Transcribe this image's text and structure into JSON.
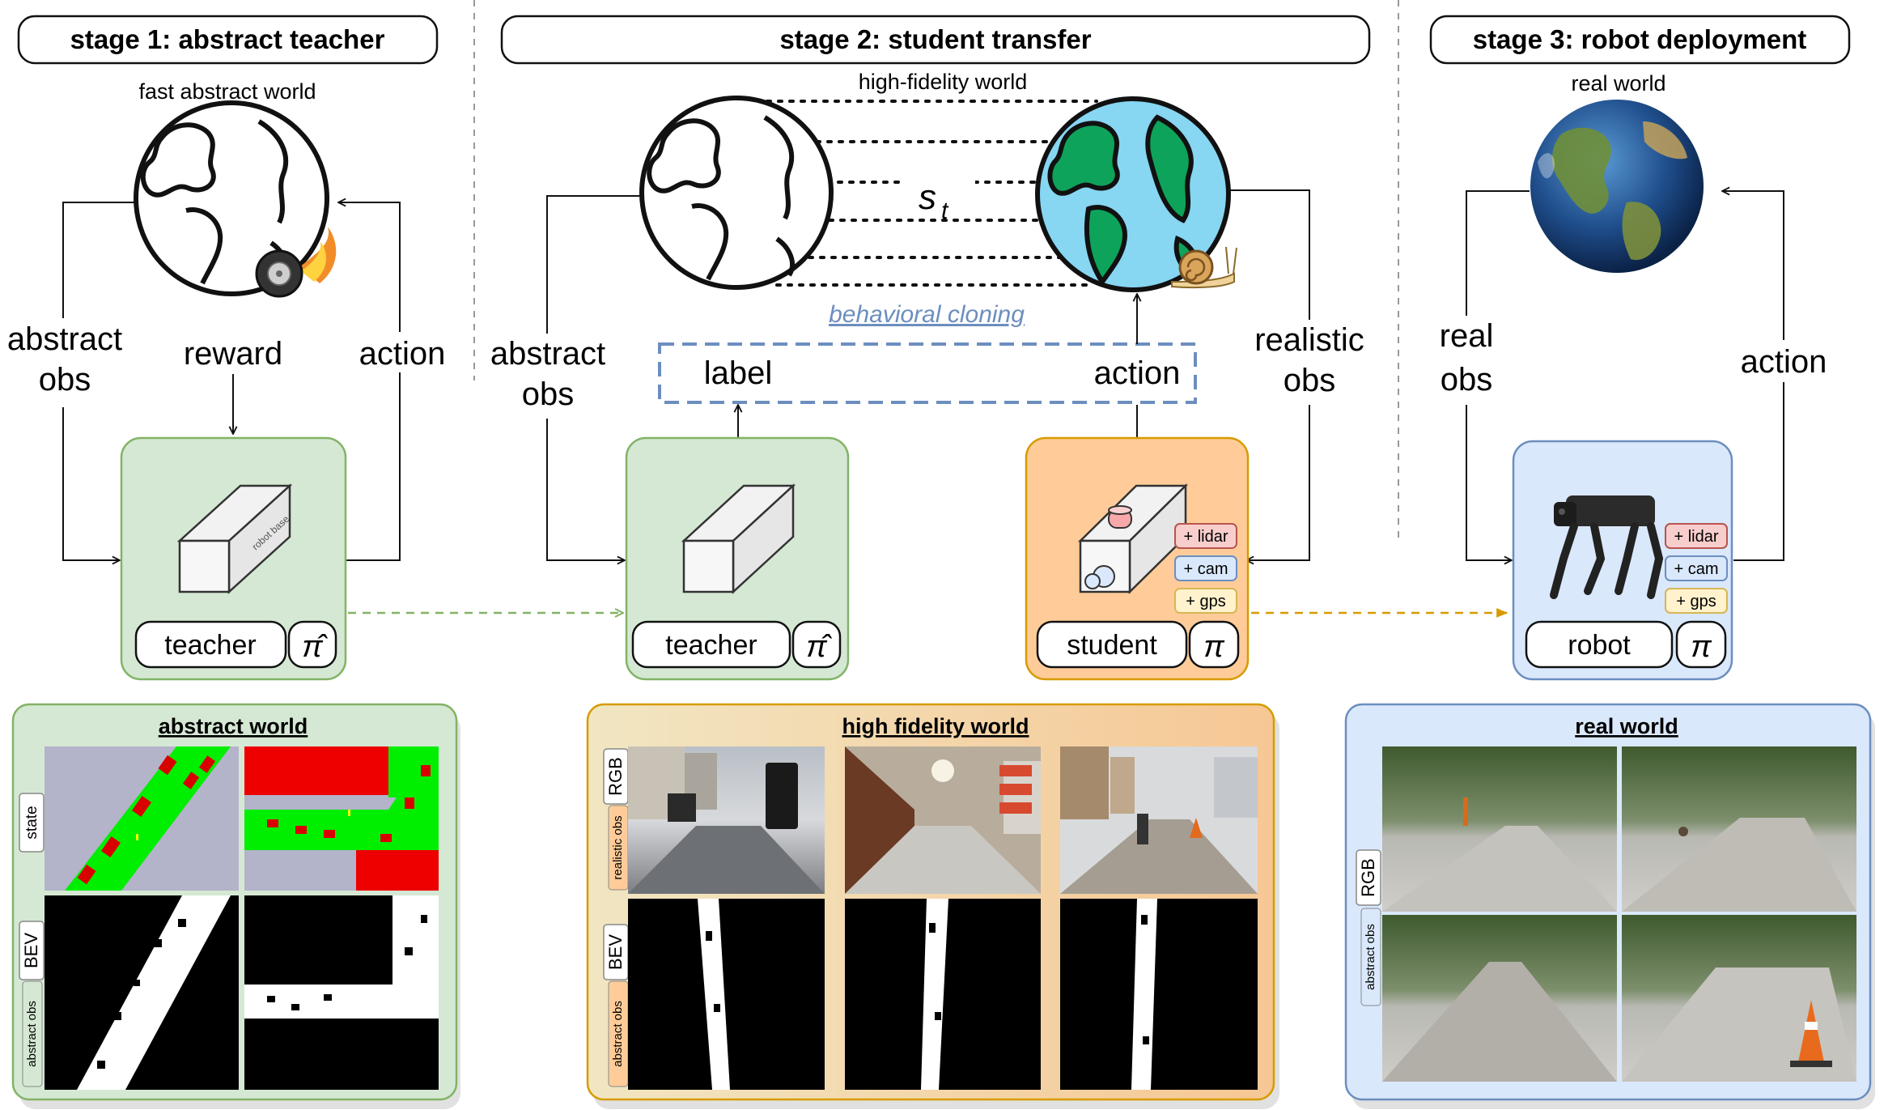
{
  "stages": {
    "s1": "stage 1: abstract teacher",
    "s2": "stage 2: student transfer",
    "s3": "stage 3: robot deployment"
  },
  "worlds": {
    "fast_abstract": "fast abstract world",
    "high_fidelity": "high-fidelity world",
    "real": "real world"
  },
  "state_symbol": "s",
  "state_subscript": "t",
  "behavioral_cloning": "behavioral cloning",
  "edges": {
    "abstract_obs_1": "abstract",
    "abstract_obs_2": "obs",
    "reward": "reward",
    "action": "action",
    "label": "label",
    "realistic_obs_1": "realistic",
    "realistic_obs_2": "obs",
    "real_obs_1": "real",
    "real_obs_2": "obs"
  },
  "policies": {
    "teacher": "teacher",
    "student": "student",
    "robot": "robot",
    "pi_hat": "π̂",
    "pi": "π",
    "robot_base": "robot base"
  },
  "sensors": {
    "lidar": "+ lidar",
    "cam": "+ cam",
    "gps": "+ gps"
  },
  "panels": {
    "abstract_world": "abstract world",
    "high_fidelity_world": "high fidelity world",
    "real_world": "real world",
    "tab_state": "state",
    "tab_bev": "BEV",
    "tab_abstract_obs": "abstract obs",
    "tab_rgb": "RGB",
    "tab_realistic_obs": "realistic obs"
  },
  "colors": {
    "green_fill": "#d5e8d4",
    "green_stroke": "#82b366",
    "orange_fill": "#ffcc99",
    "orange_stroke": "#d79b00",
    "blue_fill": "#dae8fc",
    "blue_stroke": "#6c8ebf",
    "dashed_blue": "#6c8ebf",
    "lidar_fill": "#f8cecc",
    "lidar_stroke": "#b85450",
    "cam_fill": "#dae8fc",
    "cam_stroke": "#6c8ebf",
    "gps_fill": "#fff2cc",
    "gps_stroke": "#d6b656"
  }
}
